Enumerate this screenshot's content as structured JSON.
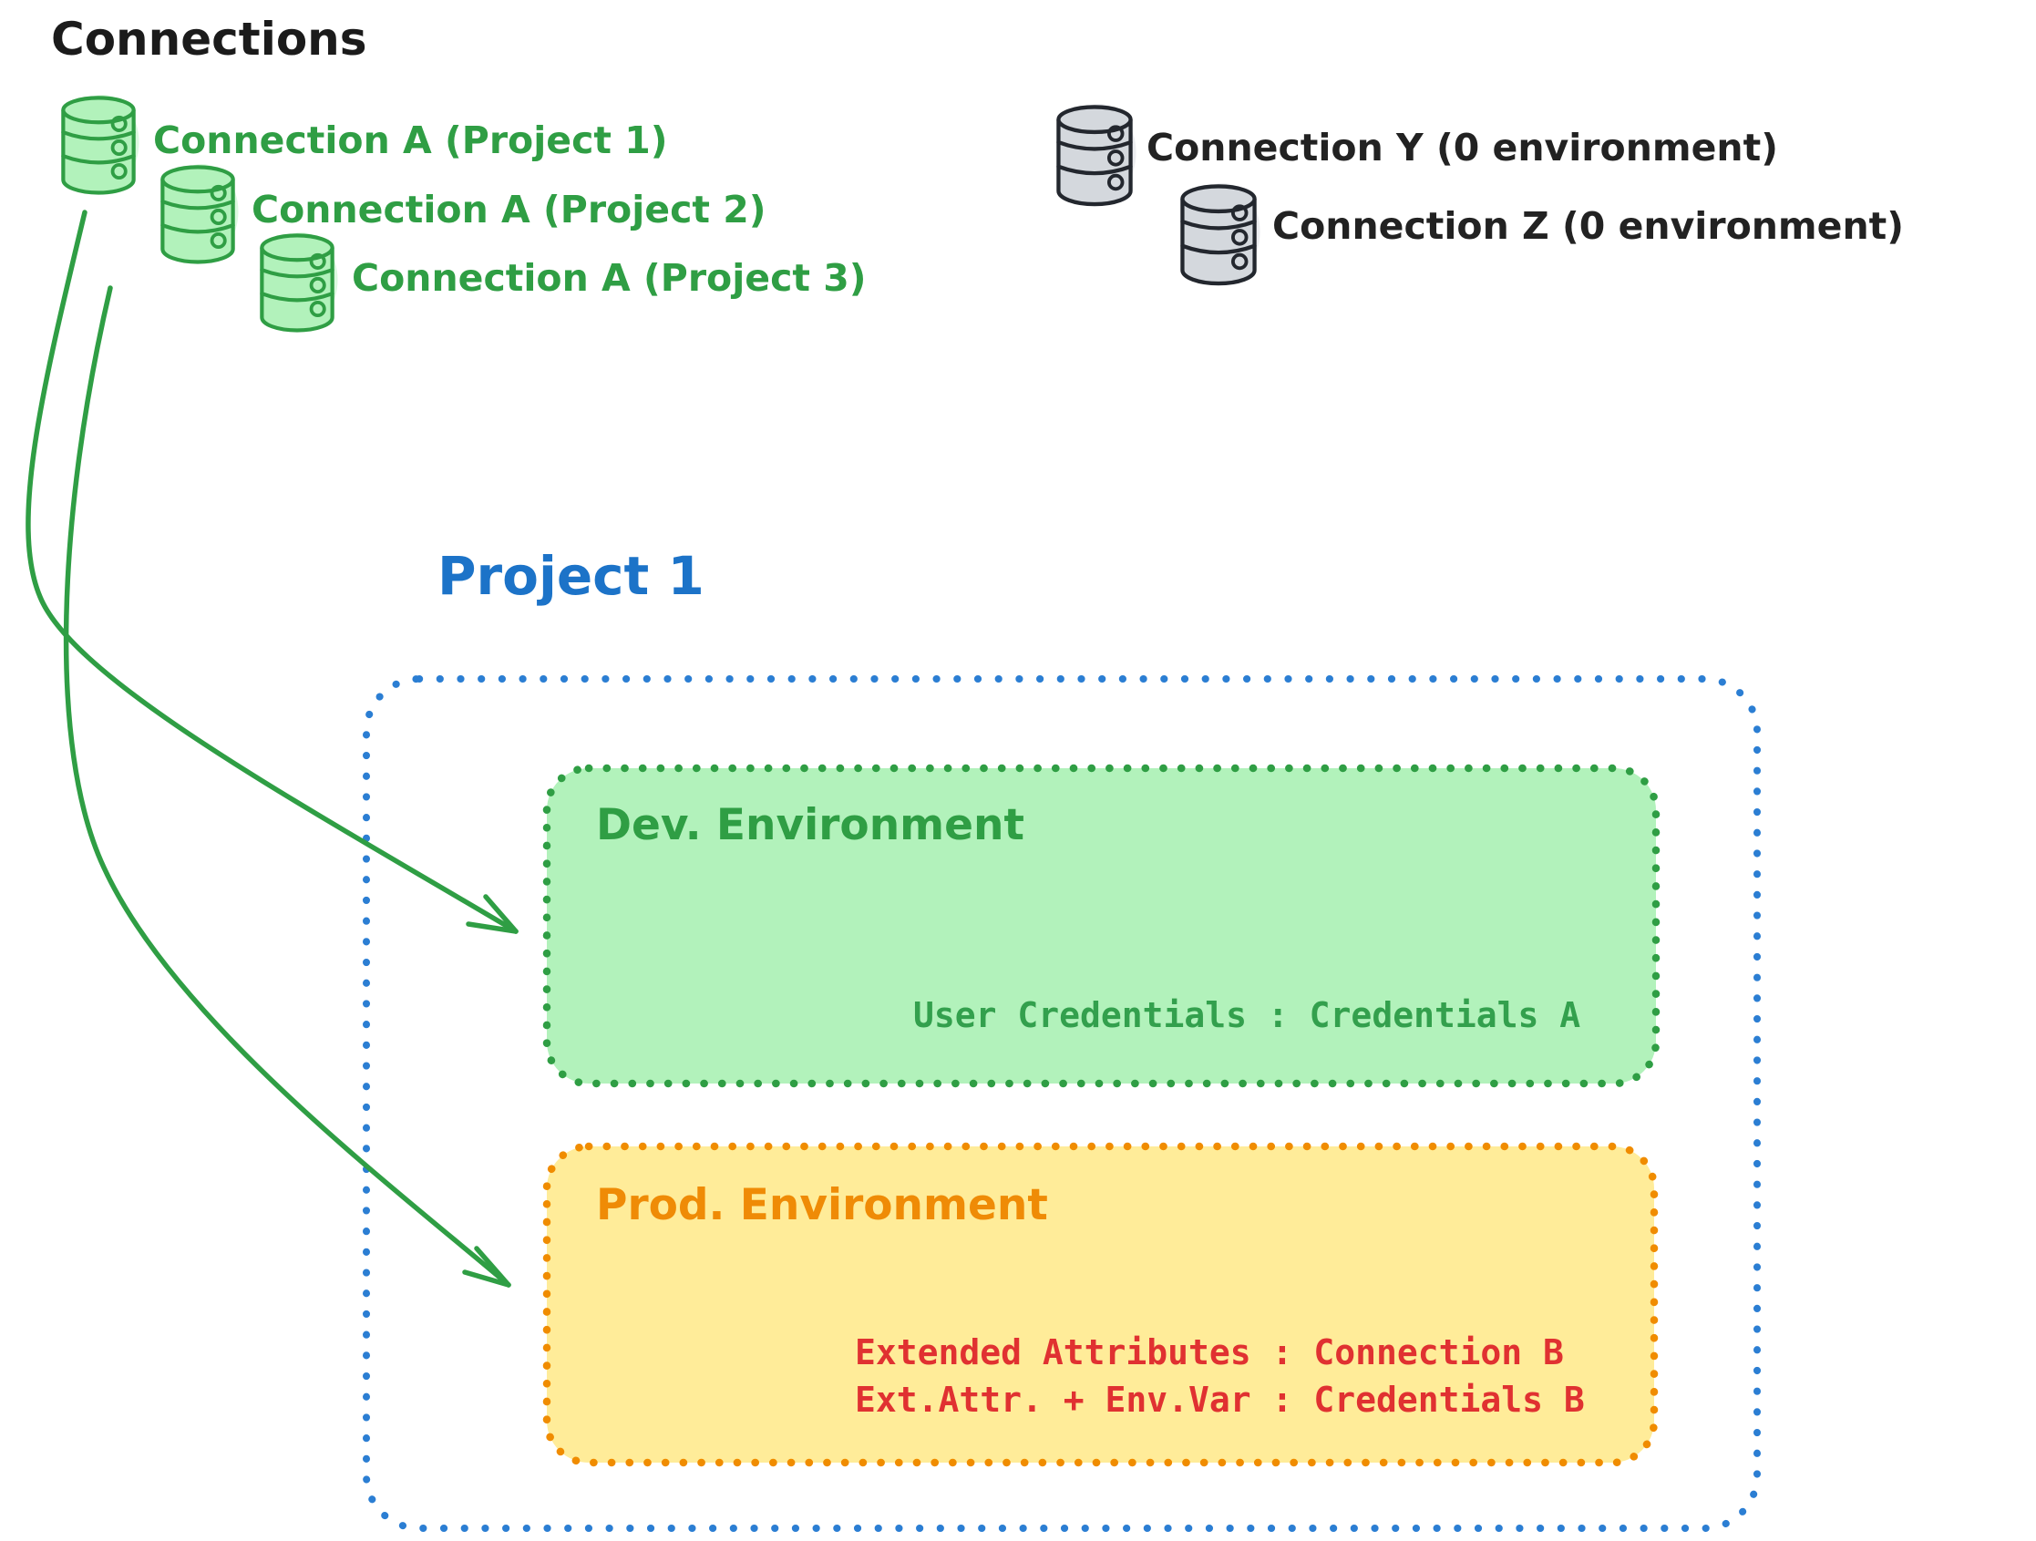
{
  "title": "Connections",
  "palette": {
    "green_stroke": "#2f9e44",
    "green_fill": "#b2f2bb",
    "gray_stroke": "#23272e",
    "gray_fill": "#d4d8dd",
    "blue_stroke": "#2b7ed3",
    "blue_text": "#1c73c8",
    "orange_stroke": "#f08c00",
    "orange_fill": "#ffec99",
    "red_text": "#e03131",
    "ink": "#1b1b1b"
  },
  "green_connections": [
    {
      "icon": "database-icon",
      "label": "Connection A (Project 1)"
    },
    {
      "icon": "database-icon",
      "label": "Connection A (Project 2)"
    },
    {
      "icon": "database-icon",
      "label": "Connection A (Project 3)"
    }
  ],
  "gray_connections": [
    {
      "icon": "database-icon",
      "label": "Connection Y (0 environment)"
    },
    {
      "icon": "database-icon",
      "label": "Connection Z (0 environment)"
    }
  ],
  "project": {
    "title": "Project 1",
    "environments": [
      {
        "name": "Dev. Environment",
        "lines": [
          "User Credentials : Credentials A"
        ]
      },
      {
        "name": "Prod. Environment",
        "lines": [
          "Extended Attributes : Connection B",
          "Ext.Attr. + Env.Var : Credentials B"
        ]
      }
    ]
  }
}
